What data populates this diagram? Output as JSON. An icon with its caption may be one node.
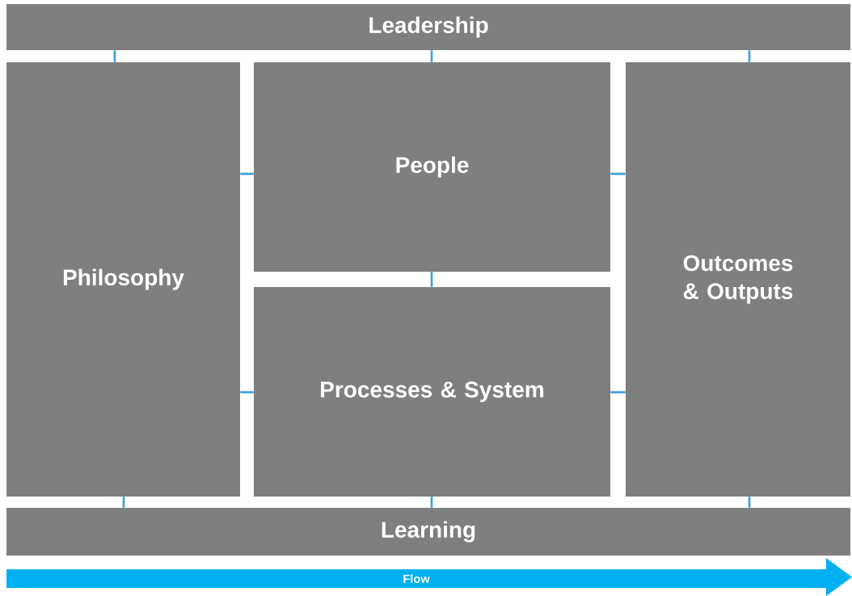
{
  "diagram": {
    "nodes": [
      {
        "text": [
          "Leadership"
        ]
      },
      {
        "text": [
          "Philosophy"
        ]
      },
      {
        "text": [
          "People"
        ]
      },
      {
        "text": [
          "Processes & System"
        ]
      },
      {
        "text": [
          "Outcomes & Outputs"
        ]
      },
      {
        "text": [
          "Learning"
        ]
      },
      {
        "text": [
          "Flow"
        ]
      }
    ],
    "edges": [
      {
        "from": 0,
        "to": 1,
        "arrow": "none"
      },
      {
        "from": 0,
        "to": 2,
        "arrow": "none"
      },
      {
        "from": 0,
        "to": 4,
        "arrow": "none"
      },
      {
        "from": 1,
        "to": 2,
        "arrow": "none"
      },
      {
        "from": 2,
        "to": 4,
        "arrow": "none"
      },
      {
        "from": 2,
        "to": 3,
        "arrow": "none"
      },
      {
        "from": 1,
        "to": 3,
        "arrow": "none"
      },
      {
        "from": 3,
        "to": 4,
        "arrow": "none"
      },
      {
        "from": 1,
        "to": 5,
        "arrow": "none"
      },
      {
        "from": 3,
        "to": 5,
        "arrow": "none"
      },
      {
        "from": 4,
        "to": 5,
        "arrow": "none"
      }
    ]
  }
}
